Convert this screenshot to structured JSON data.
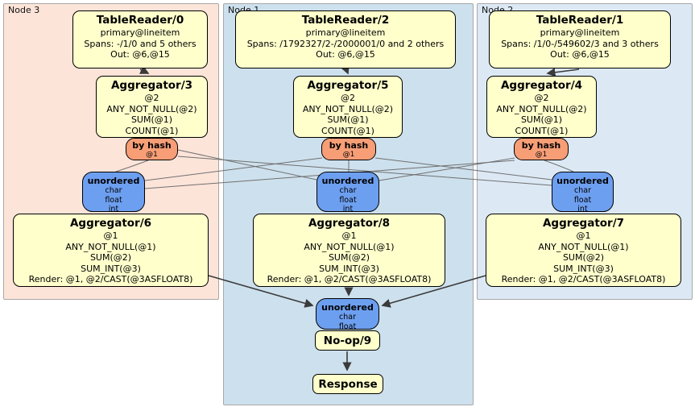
{
  "colors": {
    "node3_bg": "#fde4d9",
    "node1_bg": "#cde0ed",
    "node2_bg": "#dce9f5",
    "processor_bg": "#ffffcc",
    "router_bg": "#f79e77",
    "sync_bg": "#6d9ff0",
    "edge_dark": "#3a3a3a",
    "edge_light": "#707070"
  },
  "regions": [
    {
      "label": "Node 3"
    },
    {
      "label": "Node 1"
    },
    {
      "label": "Node 2"
    }
  ],
  "processors": [
    {
      "title": "TableReader/0",
      "lines": [
        "primary@lineitem",
        "Spans: -/1/0 and 5 others",
        "Out: @6,@15"
      ]
    },
    {
      "title": "Aggregator/3",
      "lines": [
        "@2",
        "ANY_NOT_NULL(@2)",
        "SUM(@1)",
        "COUNT(@1)"
      ]
    },
    {
      "title": "Aggregator/6",
      "lines": [
        "@1",
        "ANY_NOT_NULL(@1)",
        "SUM(@2)",
        "SUM_INT(@3)",
        "Render: @1, @2/CAST(@3ASFLOAT8)"
      ]
    },
    {
      "title": "TableReader/2",
      "lines": [
        "primary@lineitem",
        "Spans: /1792327/2-/2000001/0 and 2 others",
        "Out: @6,@15"
      ]
    },
    {
      "title": "Aggregator/5",
      "lines": [
        "@2",
        "ANY_NOT_NULL(@2)",
        "SUM(@1)",
        "COUNT(@1)"
      ]
    },
    {
      "title": "Aggregator/8",
      "lines": [
        "@1",
        "ANY_NOT_NULL(@1)",
        "SUM(@2)",
        "SUM_INT(@3)",
        "Render: @1, @2/CAST(@3ASFLOAT8)"
      ]
    },
    {
      "title": "TableReader/1",
      "lines": [
        "primary@lineitem",
        "Spans: /1/0-/549602/3 and 3 others",
        "Out: @6,@15"
      ]
    },
    {
      "title": "Aggregator/4",
      "lines": [
        "@2",
        "ANY_NOT_NULL(@2)",
        "SUM(@1)",
        "COUNT(@1)"
      ]
    },
    {
      "title": "Aggregator/7",
      "lines": [
        "@1",
        "ANY_NOT_NULL(@1)",
        "SUM(@2)",
        "SUM_INT(@3)",
        "Render: @1, @2/CAST(@3ASFLOAT8)"
      ]
    },
    {
      "title": "No-op/9"
    },
    {
      "title": "Response"
    }
  ],
  "routers": [
    {
      "title": "by hash",
      "detail": "@1"
    },
    {
      "title": "by hash",
      "detail": "@1"
    },
    {
      "title": "by hash",
      "detail": "@1"
    }
  ],
  "syncs": [
    {
      "title": "unordered",
      "lines": [
        "char",
        "float",
        "int"
      ]
    },
    {
      "title": "unordered",
      "lines": [
        "char",
        "float",
        "int"
      ]
    },
    {
      "title": "unordered",
      "lines": [
        "char",
        "float",
        "int"
      ]
    },
    {
      "title": "unordered",
      "lines": [
        "char",
        "float"
      ]
    }
  ]
}
